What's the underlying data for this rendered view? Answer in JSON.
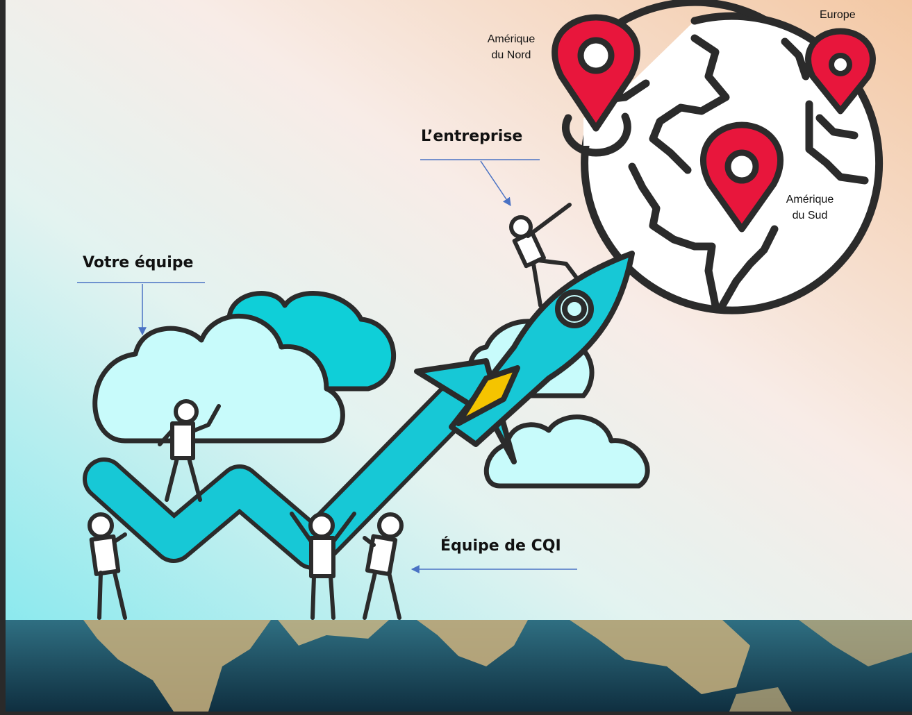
{
  "labels": {
    "company": "L’entreprise",
    "team": "Votre équipe",
    "cqi_team": "Équipe de CQI"
  },
  "regions": {
    "north_america": [
      "Amérique",
      "du Nord"
    ],
    "europe": "Europe",
    "south_america": [
      "Amérique",
      "du Sud"
    ]
  },
  "colors": {
    "pin_red": "#e8163c",
    "rocket_cyan": "#17c8d6",
    "cloud_light": "#c8fbfb",
    "cloud_cyan": "#0fcfd8",
    "outline": "#2b2b2b",
    "arrow_blue": "#4a72c4",
    "flame_yellow": "#f5c400"
  },
  "icons": [
    "map-pin-icon",
    "globe-icon",
    "rocket-icon",
    "cloud-icon",
    "person-icon",
    "growth-arrow-icon"
  ]
}
